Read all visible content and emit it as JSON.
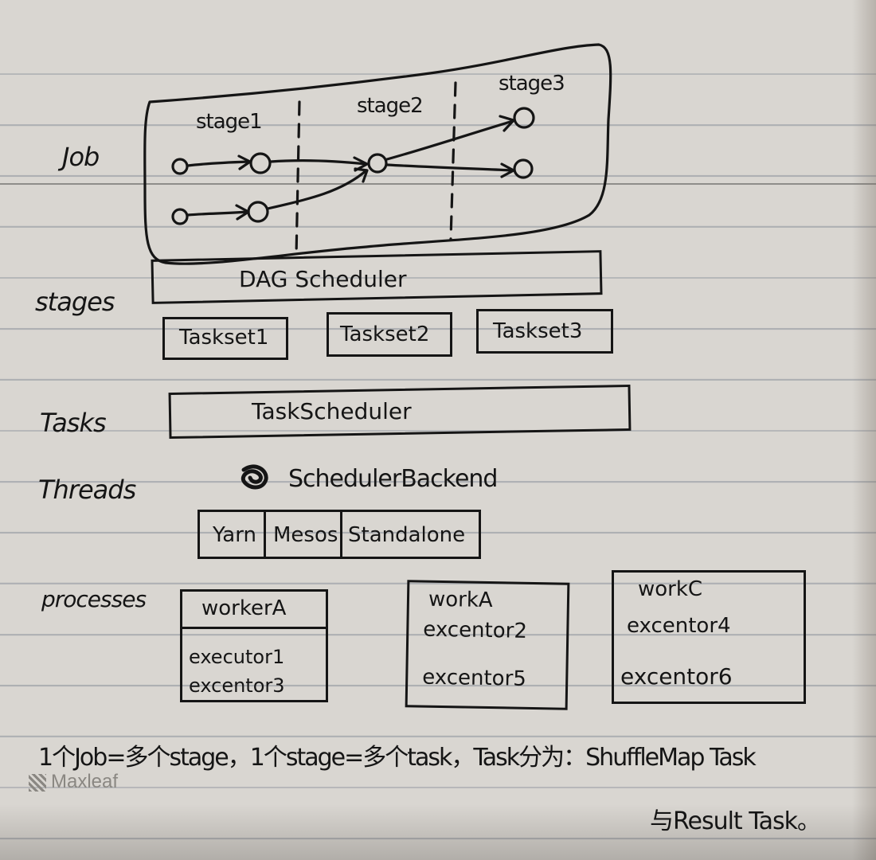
{
  "side_labels": {
    "job": "Job",
    "stages": "stages",
    "tasks": "Tasks",
    "threads": "Threads",
    "processes": "processes"
  },
  "job_diagram": {
    "stage1": "stage1",
    "stage2": "stage2",
    "stage3": "stage3"
  },
  "dag_scheduler": "DAG Scheduler",
  "tasksets": [
    "Taskset1",
    "Taskset2",
    "Taskset3"
  ],
  "task_scheduler": "TaskScheduler",
  "scheduler_backend": "SchedulerBackend",
  "cluster_managers": [
    "Yarn",
    "Mesos",
    "Standalone"
  ],
  "workers": [
    {
      "name": "workerA",
      "executors": [
        "executor1",
        "excentor3"
      ]
    },
    {
      "name": "workA",
      "executors": [
        "excentor2",
        "excentor5"
      ]
    },
    {
      "name": "workC",
      "executors": [
        "excentor4",
        "excentor6"
      ]
    }
  ],
  "notes": {
    "line1": "1个Job=多个stage，1个stage=多个task，Task分为：ShuffleMap Task",
    "line2": "与Result Task。"
  },
  "watermark": "Maxleaf",
  "colors": {
    "ink": "#151515",
    "paper": "#d9d6d1",
    "rule": "#aeb0b3"
  }
}
